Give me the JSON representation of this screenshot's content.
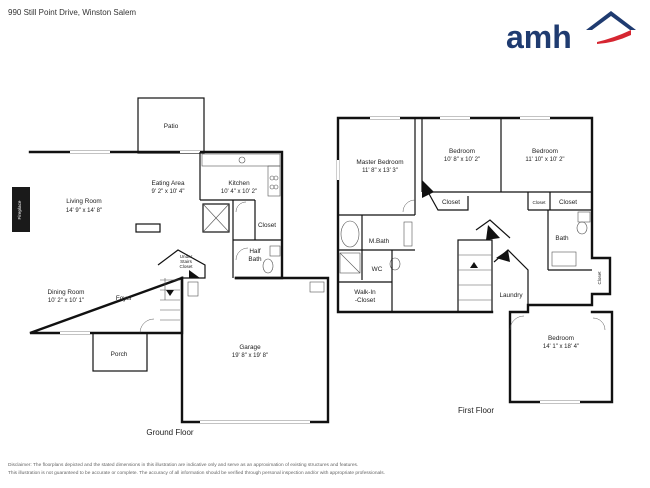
{
  "address": "990 Still Point Drive, Winston Salem",
  "logo": {
    "text": "amh",
    "mark": "house-roof-icon",
    "colors": {
      "brand_blue": "#1f3b70",
      "brand_red": "#d62631"
    }
  },
  "ground_floor": {
    "label": "Ground Floor",
    "rooms": {
      "patio": {
        "name": "Patio"
      },
      "fireplace": {
        "name": "Fireplace"
      },
      "living": {
        "name": "Living Room",
        "dims": "14' 9\" x 14' 8\""
      },
      "eating": {
        "name": "Eating Area",
        "dims": "9' 2\" x 10' 4\""
      },
      "kitchen": {
        "name": "Kitchen",
        "dims": "10' 4\" x 10' 2\""
      },
      "closet": {
        "name": "Closet"
      },
      "half_bath": {
        "name": "Half",
        "name2": "Bath"
      },
      "under_stairs": {
        "name": "Under",
        "name2": "Stairs",
        "name3": "Closet"
      },
      "dining": {
        "name": "Dining Room",
        "dims": "10' 2\" x 10' 1\""
      },
      "foyer": {
        "name": "Foyer"
      },
      "porch": {
        "name": "Porch"
      },
      "garage": {
        "name": "Garage",
        "dims": "19' 8\" x 19' 8\""
      }
    }
  },
  "first_floor": {
    "label": "First Floor",
    "rooms": {
      "master": {
        "name": "Master Bedroom",
        "dims": "11' 8\" x 13' 3\""
      },
      "bed2": {
        "name": "Bedroom",
        "dims": "10' 8\" x 10' 2\""
      },
      "bed3": {
        "name": "Bedroom",
        "dims": "11' 10\" x 10' 2\""
      },
      "closet_a": {
        "name": "Closet"
      },
      "closet_b": {
        "name": "Closet"
      },
      "closet_c": {
        "name": "Closet"
      },
      "closet_d": {
        "name": "Closet"
      },
      "mbath": {
        "name": "M.Bath"
      },
      "wc": {
        "name": "WC"
      },
      "bath": {
        "name": "Bath"
      },
      "walkin": {
        "name": "Walk-In",
        "name2": "-Closet"
      },
      "laundry": {
        "name": "Laundry"
      },
      "bed4": {
        "name": "Bedroom",
        "dims": "14' 1\" x 18' 4\""
      }
    }
  },
  "disclaimer": {
    "line1": "Disclaimer: The floorplans depicted and the stated dimensions in this illustration are indicative only and serve as an approximation of existing structures and features.",
    "line2": "This illustration is not guaranteed to be accurate or complete. The accuracy of all information should be verified through personal inspection and/or with appropriate professionals."
  }
}
